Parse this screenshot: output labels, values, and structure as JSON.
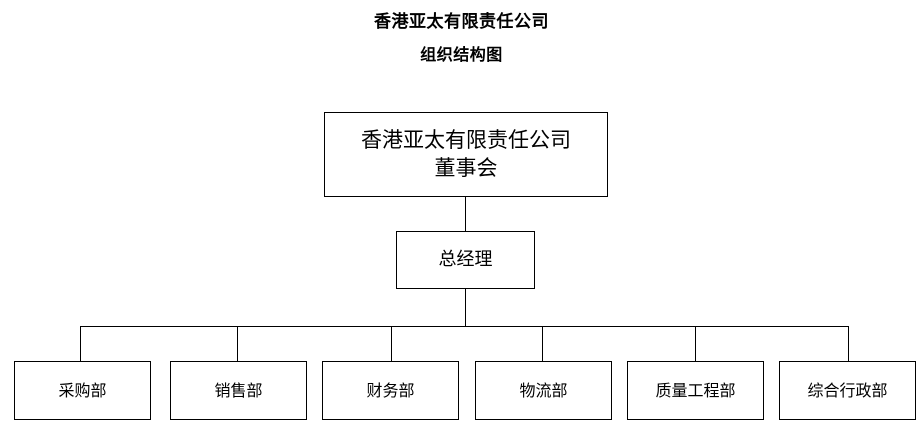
{
  "title": {
    "line1": "香港亚太有限责任公司",
    "line2": "组织结构图"
  },
  "org_chart": {
    "type": "org-chart",
    "orientation": "top-down",
    "levels": 3,
    "root": {
      "line1": "香港亚太有限责任公司",
      "line2": "董事会"
    },
    "manager": {
      "label": "总经理"
    },
    "departments": [
      {
        "label": "采购部"
      },
      {
        "label": "销售部"
      },
      {
        "label": "财务部"
      },
      {
        "label": "物流部"
      },
      {
        "label": "质量工程部"
      },
      {
        "label": "综合行政部"
      }
    ],
    "colors": {
      "line": "#000000",
      "box_fill": "#ffffff",
      "text": "#000000"
    }
  }
}
